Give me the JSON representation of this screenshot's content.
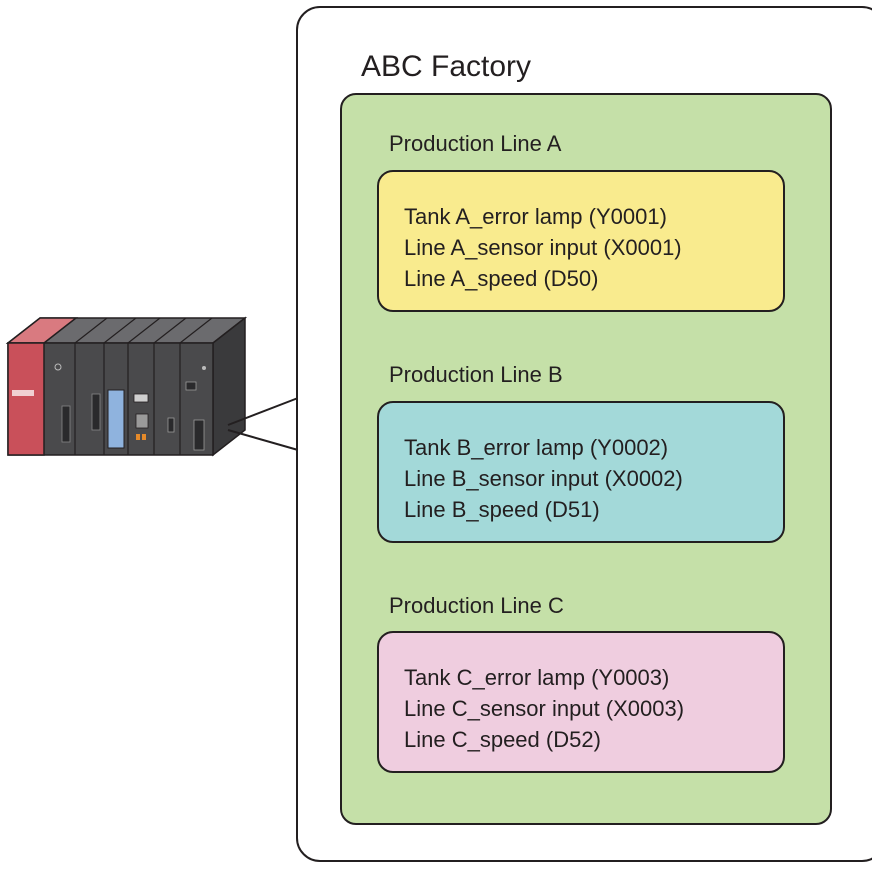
{
  "factory": {
    "title": "ABC Factory"
  },
  "lines": [
    {
      "title": "Production Line A",
      "color": "#f9eb8e",
      "tags": [
        "Tank A_error lamp (Y0001)",
        "Line A_sensor input (X0001)",
        "Line A_speed (D50)"
      ]
    },
    {
      "title": "Production Line B",
      "color": "#a3d9d9",
      "tags": [
        "Tank B_error lamp (Y0002)",
        "Line B_sensor input (X0002)",
        "Line B_speed (D51)"
      ]
    },
    {
      "title": "Production Line C",
      "color": "#efcddf",
      "tags": [
        "Tank C_error lamp (Y0003)",
        "Line C_sensor input (X0003)",
        "Line C_speed (D52)"
      ]
    }
  ],
  "colors": {
    "factory_area": "#c5e0a8",
    "outline": "#231f20",
    "plc_power_module": "#c9505a",
    "plc_body": "#4a4a4c"
  }
}
